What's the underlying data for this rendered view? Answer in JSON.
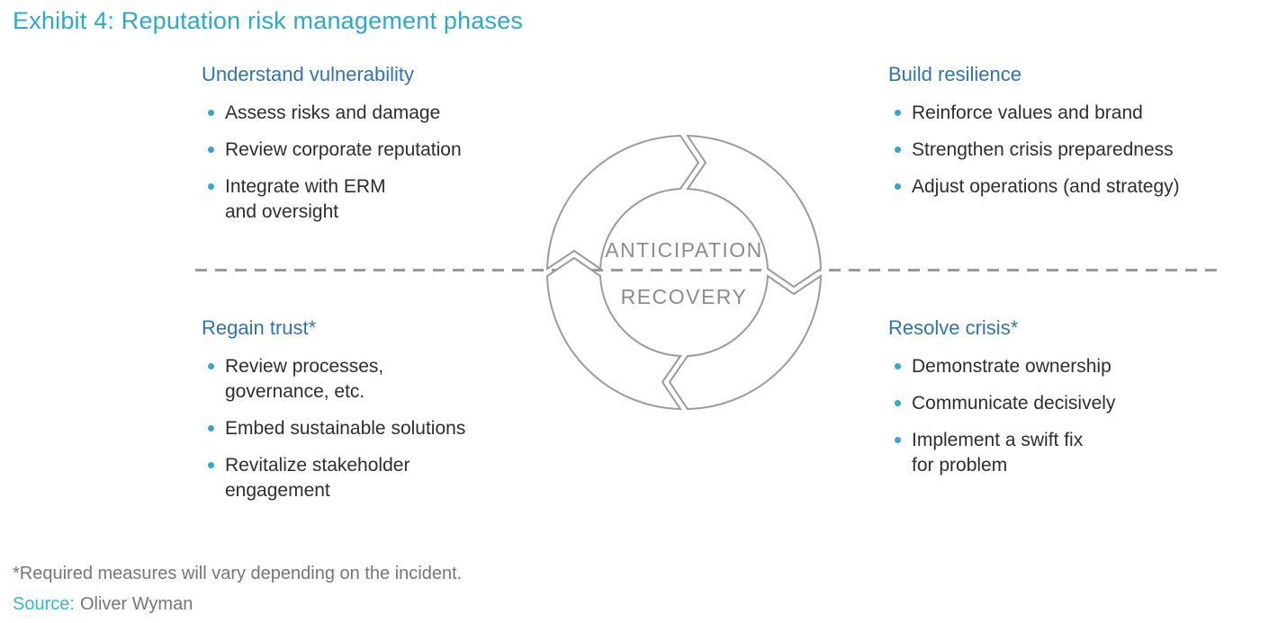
{
  "title": "Exhibit 4: Reputation risk management phases",
  "colors": {
    "title": "#2BAACB",
    "quadrant_heading": "#2E74B5",
    "body_text": "#2E2E2E",
    "bullet": "#2FA8CC",
    "ring_stroke": "#9B9B9B",
    "ring_text": "#8C8C8C",
    "dashed_line": "#999999",
    "footnote": "#767676",
    "source_label": "#3AB5D8"
  },
  "quadrants": {
    "top_left": {
      "heading": "Understand vulnerability",
      "items": [
        "Assess risks and damage",
        "Review corporate reputation",
        "Integrate with ERM\nand oversight"
      ]
    },
    "top_right": {
      "heading": "Build resilience",
      "items": [
        "Reinforce values and brand",
        "Strengthen crisis preparedness",
        "Adjust operations (and strategy)"
      ]
    },
    "bottom_left": {
      "heading": "Regain trust*",
      "items": [
        "Review processes,\ngovernance, etc.",
        "Embed sustainable solutions",
        "Revitalize stakeholder\nengagement"
      ]
    },
    "bottom_right": {
      "heading": "Resolve crisis*",
      "items": [
        "Demonstrate ownership",
        "Communicate decisively",
        "Implement a swift fix\nfor problem"
      ]
    }
  },
  "cycle": {
    "top_label": "ANTICIPATION",
    "bottom_label": "RECOVERY"
  },
  "footnote": "*Required measures will vary depending on the incident.",
  "source": {
    "label": "Source:",
    "value": "Oliver Wyman"
  }
}
